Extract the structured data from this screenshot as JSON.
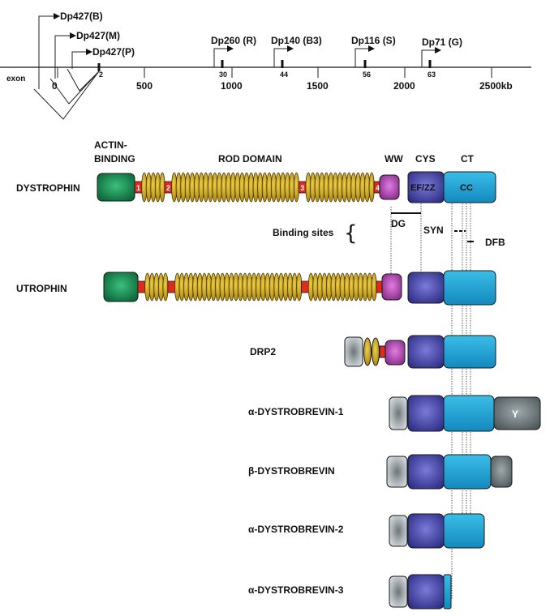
{
  "map": {
    "exon_label": "exon",
    "unit_label": "2500kb",
    "ticks": [
      "0",
      "500",
      "1000",
      "1500",
      "2000"
    ],
    "exons": [
      "2",
      "30",
      "44",
      "56",
      "63"
    ],
    "promoters": [
      "Dp427(B)",
      "Dp427(M)",
      "Dp427(P)",
      "Dp260 (R)",
      "Dp140 (B3)",
      "Dp116 (S)",
      "Dp71 (G)"
    ]
  },
  "headers": {
    "actin_binding_line1": "ACTIN-",
    "actin_binding_line2": "BINDING",
    "rod_domain": "ROD DOMAIN",
    "ww": "WW",
    "cys": "CYS",
    "ct": "CT"
  },
  "domains": {
    "ef_zz": "EF/ZZ",
    "cc": "CC",
    "hinge_numbers": [
      "1",
      "2",
      "3",
      "4"
    ],
    "y": "Y"
  },
  "binding": {
    "label": "Binding sites",
    "dg": "DG",
    "syn": "SYN",
    "dfb": "DFB"
  },
  "proteins": [
    "DYSTROPHIN",
    "UTROPHIN",
    "DRP2",
    "α-DYSTROBREVIN-1",
    "β-DYSTROBREVIN",
    "α-DYSTROBREVIN-2",
    "α-DYSTROBREVIN-3"
  ],
  "colors": {
    "actin_green": "#1f8a55",
    "rod_gold": "#c9a418",
    "hinge_red": "#e02a1f",
    "ww_purple": "#b24fb3",
    "cys_blue": "#4a4aa6",
    "ct_cyan": "#1aa3d6",
    "grey_domain": "#b8bec2",
    "y_domain": "#6f7a7d"
  }
}
